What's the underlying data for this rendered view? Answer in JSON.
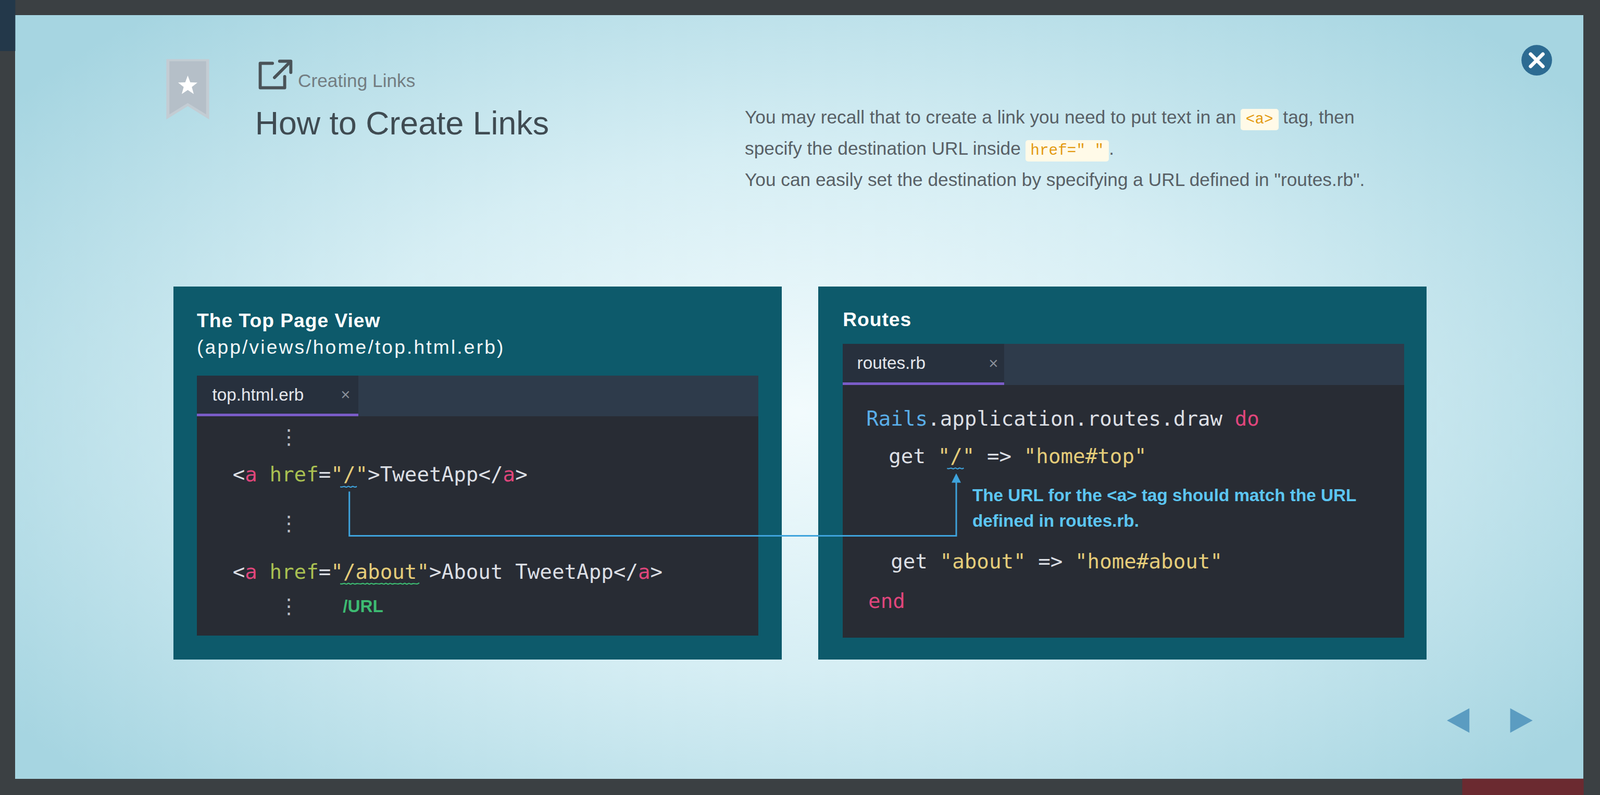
{
  "diagram": {
    "title": "How to Create Links",
    "nodes": [
      {
        "text": [
          "The Top Page View",
          "(app/views/home/top.html.erb)"
        ]
      },
      {
        "text": [
          "top.html.erb",
          "×",
          "⋮",
          "<a href=\"/\">TweetApp</a>",
          "⋮",
          "<a href=\"/about\">About TweetApp</a>",
          "⋮",
          "/URL"
        ],
        "in": 0
      },
      {
        "text": [
          "Routes"
        ]
      },
      {
        "text": [
          "routes.rb",
          "×",
          "Rails.application.routes.draw do",
          "get \"/\" => \"home#top\"",
          "The URL for the <a> tag should match the URL defined in routes.rb.",
          "get \"about\" => \"home#about\"",
          "end"
        ],
        "in": 2
      }
    ],
    "labels": [
      "Creating Links",
      "You may recall that to create a link you need to put text in an",
      "<a>",
      "tag, then specify the destination URL inside",
      "href=\" \"",
      ".",
      "You can easily set the destination by specifying a URL defined in \"routes.rb\"."
    ]
  }
}
